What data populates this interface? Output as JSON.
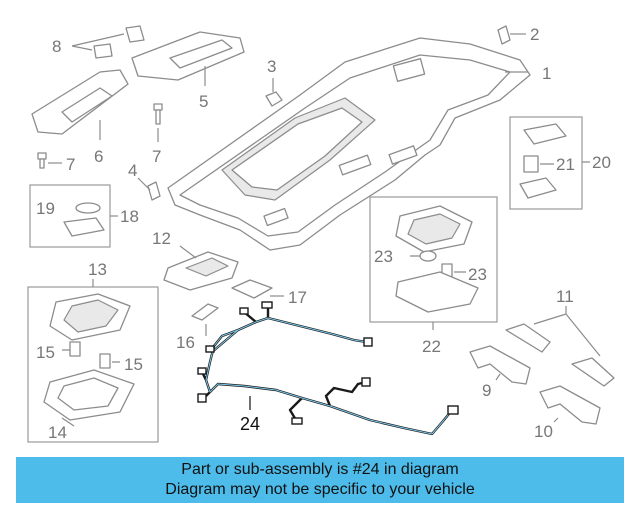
{
  "callouts": {
    "c1": "1",
    "c2": "2",
    "c3": "3",
    "c4": "4",
    "c5": "5",
    "c6": "6",
    "c7a": "7",
    "c7b": "7",
    "c8": "8",
    "c9": "9",
    "c10": "10",
    "c11": "11",
    "c12": "12",
    "c13": "13",
    "c14": "14",
    "c15a": "15",
    "c15b": "15",
    "c16": "16",
    "c17": "17",
    "c18": "18",
    "c19": "19",
    "c20": "20",
    "c21": "21",
    "c22": "22",
    "c23a": "23",
    "c23b": "23",
    "c24": "24"
  },
  "banner": {
    "line1": "Part or sub-assembly is #24 in diagram",
    "line2": "Diagram may not be specific to your vehicle"
  },
  "colors": {
    "banner_bg": "#4dbcea",
    "highlight_wire": "#7fc9ea",
    "line_art": "#8c8c8c"
  }
}
